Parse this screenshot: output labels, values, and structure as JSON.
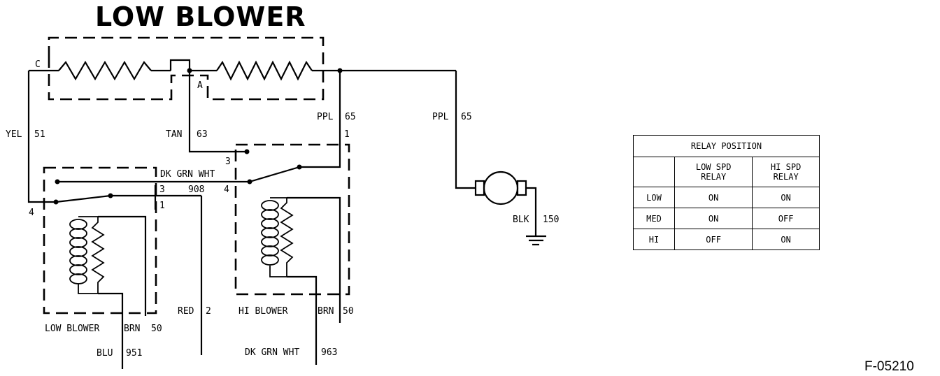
{
  "title": "LOW BLOWER",
  "figure_id": "F-05210",
  "terminals": {
    "c": "C",
    "a": "A",
    "t1": "1",
    "t3a": "3",
    "t4a": "4",
    "t3b": "3",
    "t4b": "4",
    "t1b": "1"
  },
  "wires": {
    "yel": "YEL",
    "yel_num": "51",
    "tan": "TAN",
    "tan_num": "63",
    "ppl_left": "PPL",
    "ppl_left_num": "65",
    "ppl_right": "PPL",
    "ppl_right_num": "65",
    "dk_grn_wht_top": "DK GRN WHT",
    "num_908": "908",
    "blk": "BLK",
    "blk_num": "150",
    "red": "RED",
    "red_num": "2",
    "brn_left": "BRN",
    "brn_left_num": "50",
    "brn_right": "BRN",
    "brn_right_num": "50",
    "blu": "BLU",
    "blu_num": "951",
    "dk_grn_wht_bottom": "DK GRN WHT",
    "dk_grn_wht_bottom_num": "963"
  },
  "components": {
    "low_blower_relay": "LOW BLOWER",
    "hi_blower_relay": "HI BLOWER"
  },
  "relay_table": {
    "title": "RELAY POSITION",
    "col_low": [
      "LOW SPD",
      "RELAY"
    ],
    "col_hi": [
      "HI SPD",
      "RELAY"
    ],
    "rows": [
      {
        "speed": "LOW",
        "low": "ON",
        "hi": "ON"
      },
      {
        "speed": "MED",
        "low": "ON",
        "hi": "OFF"
      },
      {
        "speed": "HI",
        "low": "OFF",
        "hi": "ON"
      }
    ]
  }
}
